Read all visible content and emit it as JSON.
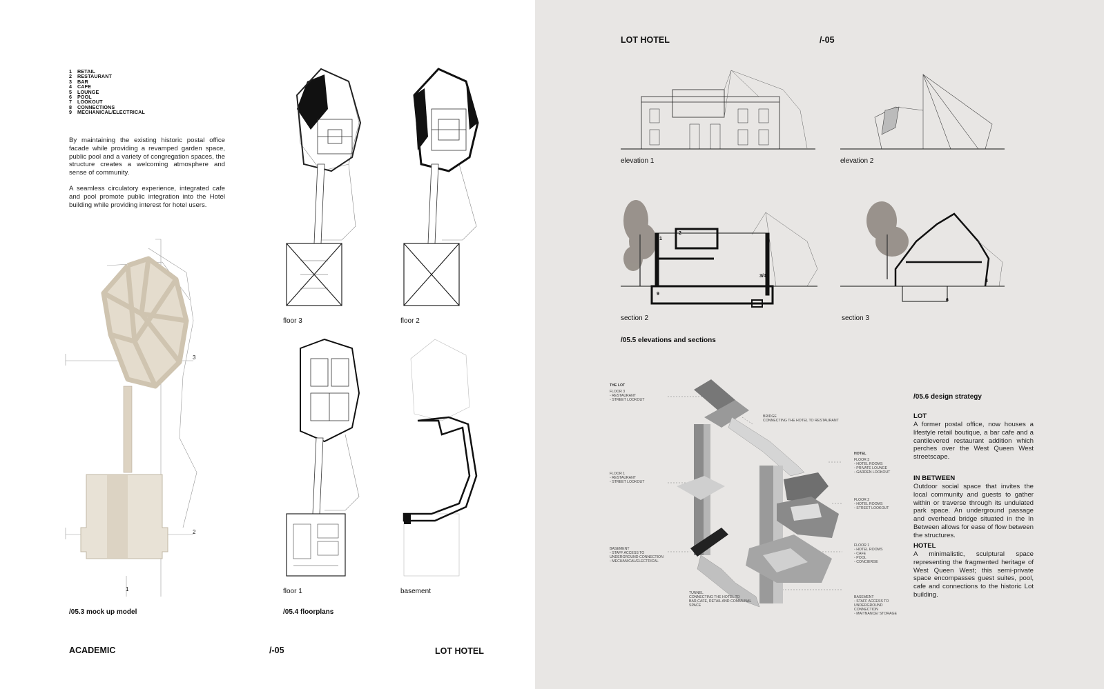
{
  "left": {
    "legend": [
      {
        "n": "1",
        "label": "RETAIL"
      },
      {
        "n": "2",
        "label": "RESTAURANT"
      },
      {
        "n": "3",
        "label": "BAR"
      },
      {
        "n": "4",
        "label": "CAFE"
      },
      {
        "n": "5",
        "label": "LOUNGE"
      },
      {
        "n": "6",
        "label": "POOL"
      },
      {
        "n": "7",
        "label": "LOOKOUT"
      },
      {
        "n": "8",
        "label": "CONNECTIONS"
      },
      {
        "n": "9",
        "label": "MECHANICAL/ELECTRICAL"
      }
    ],
    "paragraph1": "By maintaining the existing historic postal office facade while providing a revamped garden space, public pool and a variety of congregation spaces, the structure creates a welcoming atmosphere and sense of community.",
    "paragraph2": "A seamless circulatory experience, integrated cafe and pool promote public integration into the Hotel building while providing interest for hotel users.",
    "model_marks": {
      "m3": "3",
      "m2": "2",
      "m1": "1"
    },
    "model_caption": "/05.3 mock up model",
    "plan_labels": {
      "floor3": "floor 3",
      "floor2": "floor 2",
      "floor1": "floor 1",
      "basement": "basement"
    },
    "floorplans_caption": "/05.4 floorplans",
    "footer": {
      "left": "ACADEMIC",
      "center": "/-05",
      "right": "LOT HOTEL"
    }
  },
  "right": {
    "header": {
      "title": "LOT HOTEL",
      "number": "/-05"
    },
    "drawing_labels": {
      "elevation1": "elevation 1",
      "elevation2": "elevation 2",
      "section2": "section 2",
      "section3": "section 3"
    },
    "section_marks": {
      "s2_1": "1",
      "s2_2": "2",
      "s2_34": "3/4",
      "s2_9": "9",
      "s3_4": "4",
      "s3_6": "6"
    },
    "elevations_caption": "/05.5 elevations and sections",
    "axo": {
      "the_lot": "THE LOT",
      "floor3": "FLOOR 3",
      "floor3_items": [
        "RESTAURANT",
        "STREET LOOKOUT"
      ],
      "bridge": "BRIDGE",
      "bridge_desc": "CONNECTING THE HOTEL TO RESTAURANT",
      "floor1": "FLOOR 1",
      "floor1_items": [
        "RESTAURANT",
        "STREET LOOKOUT"
      ],
      "basement": "BASEMENT",
      "basement_items": [
        "STAFF ACCESS TO UNDERGROUND CONNECTION",
        "MECHANICAL/ELECTRICAL"
      ],
      "tunnel": "TUNNEL",
      "tunnel_desc": "CONNECTING THE HOTEL TO BAR,CAFE, RETAIL AND COMMUNAL SPACE",
      "hotel": "HOTEL",
      "h_floor3": "FLOOR 3",
      "h_floor3_items": [
        "HOTEL ROOMS",
        "PRIVATE LOUNGE",
        "GARDEN LOOKOUT"
      ],
      "h_floor2": "FLOOR 2",
      "h_floor2_items": [
        "HOTEL ROOMS",
        "STREET LOOKOUT"
      ],
      "h_floor1": "FLOOR 1",
      "h_floor1_items": [
        "HOTEL ROOMS",
        "CAFE",
        "POOL",
        "CONCIERGE"
      ],
      "h_basement": "BASEMENT",
      "h_basement_items": [
        "STAFF ACCESS TO UNDERGROUND CONNECTION",
        "MAITNANCE/ STORAGE"
      ]
    },
    "design_strategy": {
      "title": "/05.6 design strategy",
      "sections": [
        {
          "heading": "LOT",
          "text": "A former postal office, now houses a lifestyle retail boutique, a bar cafe and a cantilevered restaurant addition which perches over the West Queen West streetscape."
        },
        {
          "heading": "IN BETWEEN",
          "text": "Outdoor social space that invites the local community and guests to gather within or traverse through its undulated park space. An underground passage and overhead bridge situated in the In Between allows for ease of flow between the structures."
        },
        {
          "heading": "HOTEL",
          "text": "A minimalistic, sculptural space representing the fragmented heritage of West Queen West; this semi-private space encompasses guest suites, pool, cafe and connections to the historic Lot building."
        }
      ]
    }
  },
  "colors": {
    "left_bg": "#ffffff",
    "right_bg": "#e8e6e4",
    "ink": "#111111"
  }
}
